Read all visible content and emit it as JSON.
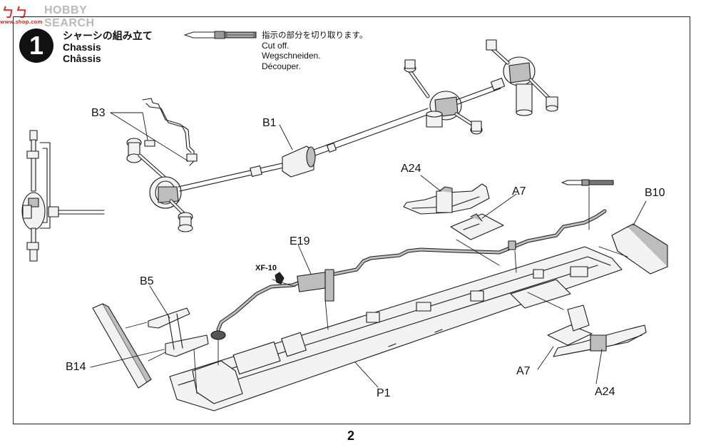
{
  "watermark": {
    "logo": "ㄅㄅ",
    "text": "HOBBY SEARCH",
    "url": "www.shop.com"
  },
  "step": {
    "number": "1",
    "title_ja": "シャーシの組み立て",
    "title_en": "Chassis",
    "title_fr": "Châssis"
  },
  "instruction": {
    "ja": "指示の部分を切り取ります。",
    "en": "Cut off.",
    "de": "Wegschneiden.",
    "fr": "Découper."
  },
  "part_labels": {
    "b3": "B3",
    "b1": "B1",
    "a24_top": "A24",
    "a7_top": "A7",
    "b10": "B10",
    "e19": "E19",
    "xf10": "XF-10",
    "b5": "B5",
    "b14": "B14",
    "p1": "P1",
    "a7_bottom": "A7",
    "a24_bottom": "A24"
  },
  "page_number": "2",
  "colors": {
    "line": "#1a1a1a",
    "part_fill": "#f2f2f2",
    "shade": "#bdbdbd",
    "dark_part": "#555555",
    "step_badge": "#111111",
    "watermark_red": "#d23b2f",
    "watermark_gray": "#b9b9b9"
  },
  "icons": [
    "hobby-knife-icon",
    "hobby-knife-small-icon",
    "paint-drop-icon"
  ]
}
